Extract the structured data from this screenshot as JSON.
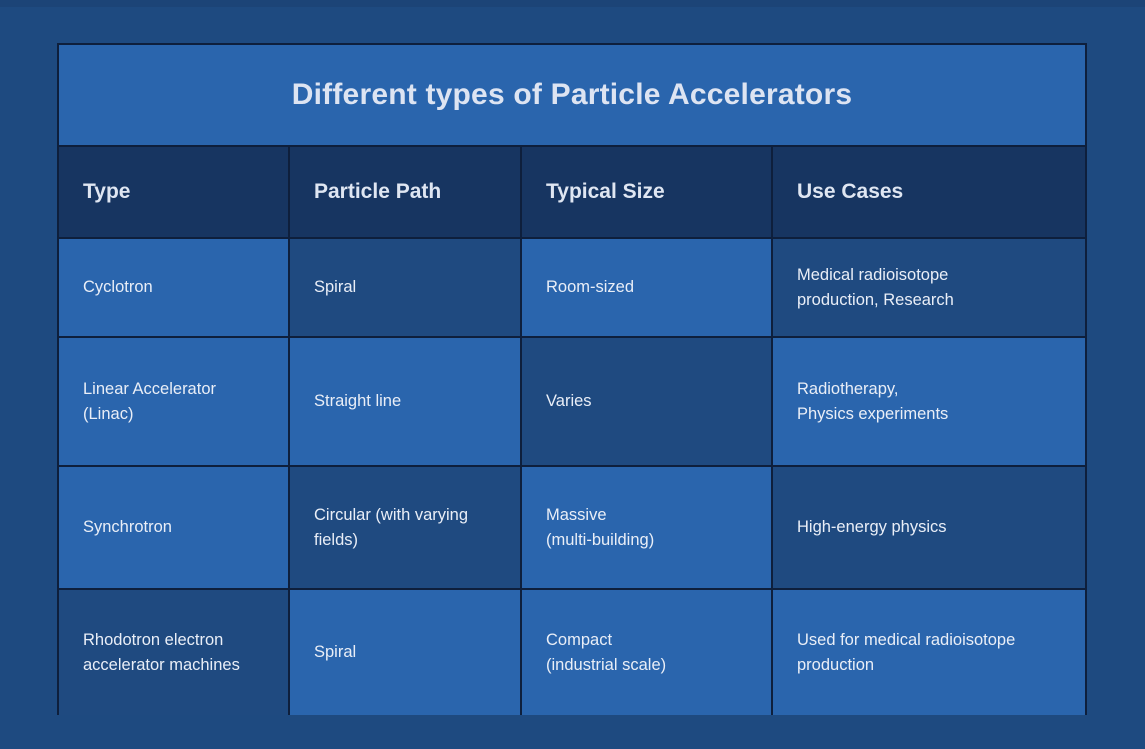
{
  "page": {
    "background_color": "#1e4a80",
    "accent_light": "#2a65ad",
    "accent_dark": "#1f4a80",
    "header_color": "#173561",
    "border_color": "#0e1f3c",
    "text_color": "#e9eef7"
  },
  "table": {
    "title": "Different types of Particle Accelerators",
    "columns": [
      {
        "label": "Type"
      },
      {
        "label": "Particle Path"
      },
      {
        "label": "Typical Size"
      },
      {
        "label": "Use Cases"
      }
    ],
    "rows": [
      {
        "type": "Cyclotron",
        "particle_path": "Spiral",
        "typical_size": "Room-sized",
        "use_cases": "Medical radioisotope\nproduction, Research",
        "shades": [
          "light",
          "dark",
          "light",
          "dark"
        ]
      },
      {
        "type": "Linear Accelerator\n(Linac)",
        "particle_path": "Straight line",
        "typical_size": "Varies",
        "use_cases": "Radiotherapy,\nPhysics experiments",
        "shades": [
          "light",
          "light",
          "dark",
          "light"
        ]
      },
      {
        "type": "Synchrotron",
        "particle_path": "Circular (with varying\nfields)",
        "typical_size": "Massive\n(multi-building)",
        "use_cases": "High-energy physics",
        "shades": [
          "light",
          "dark",
          "light",
          "dark"
        ]
      },
      {
        "type": "Rhodotron electron\naccelerator machines",
        "particle_path": "Spiral",
        "typical_size": "Compact\n(industrial scale)",
        "use_cases": "Used for medical radioisotope\nproduction",
        "shades": [
          "dark",
          "light",
          "light",
          "light"
        ]
      }
    ]
  }
}
